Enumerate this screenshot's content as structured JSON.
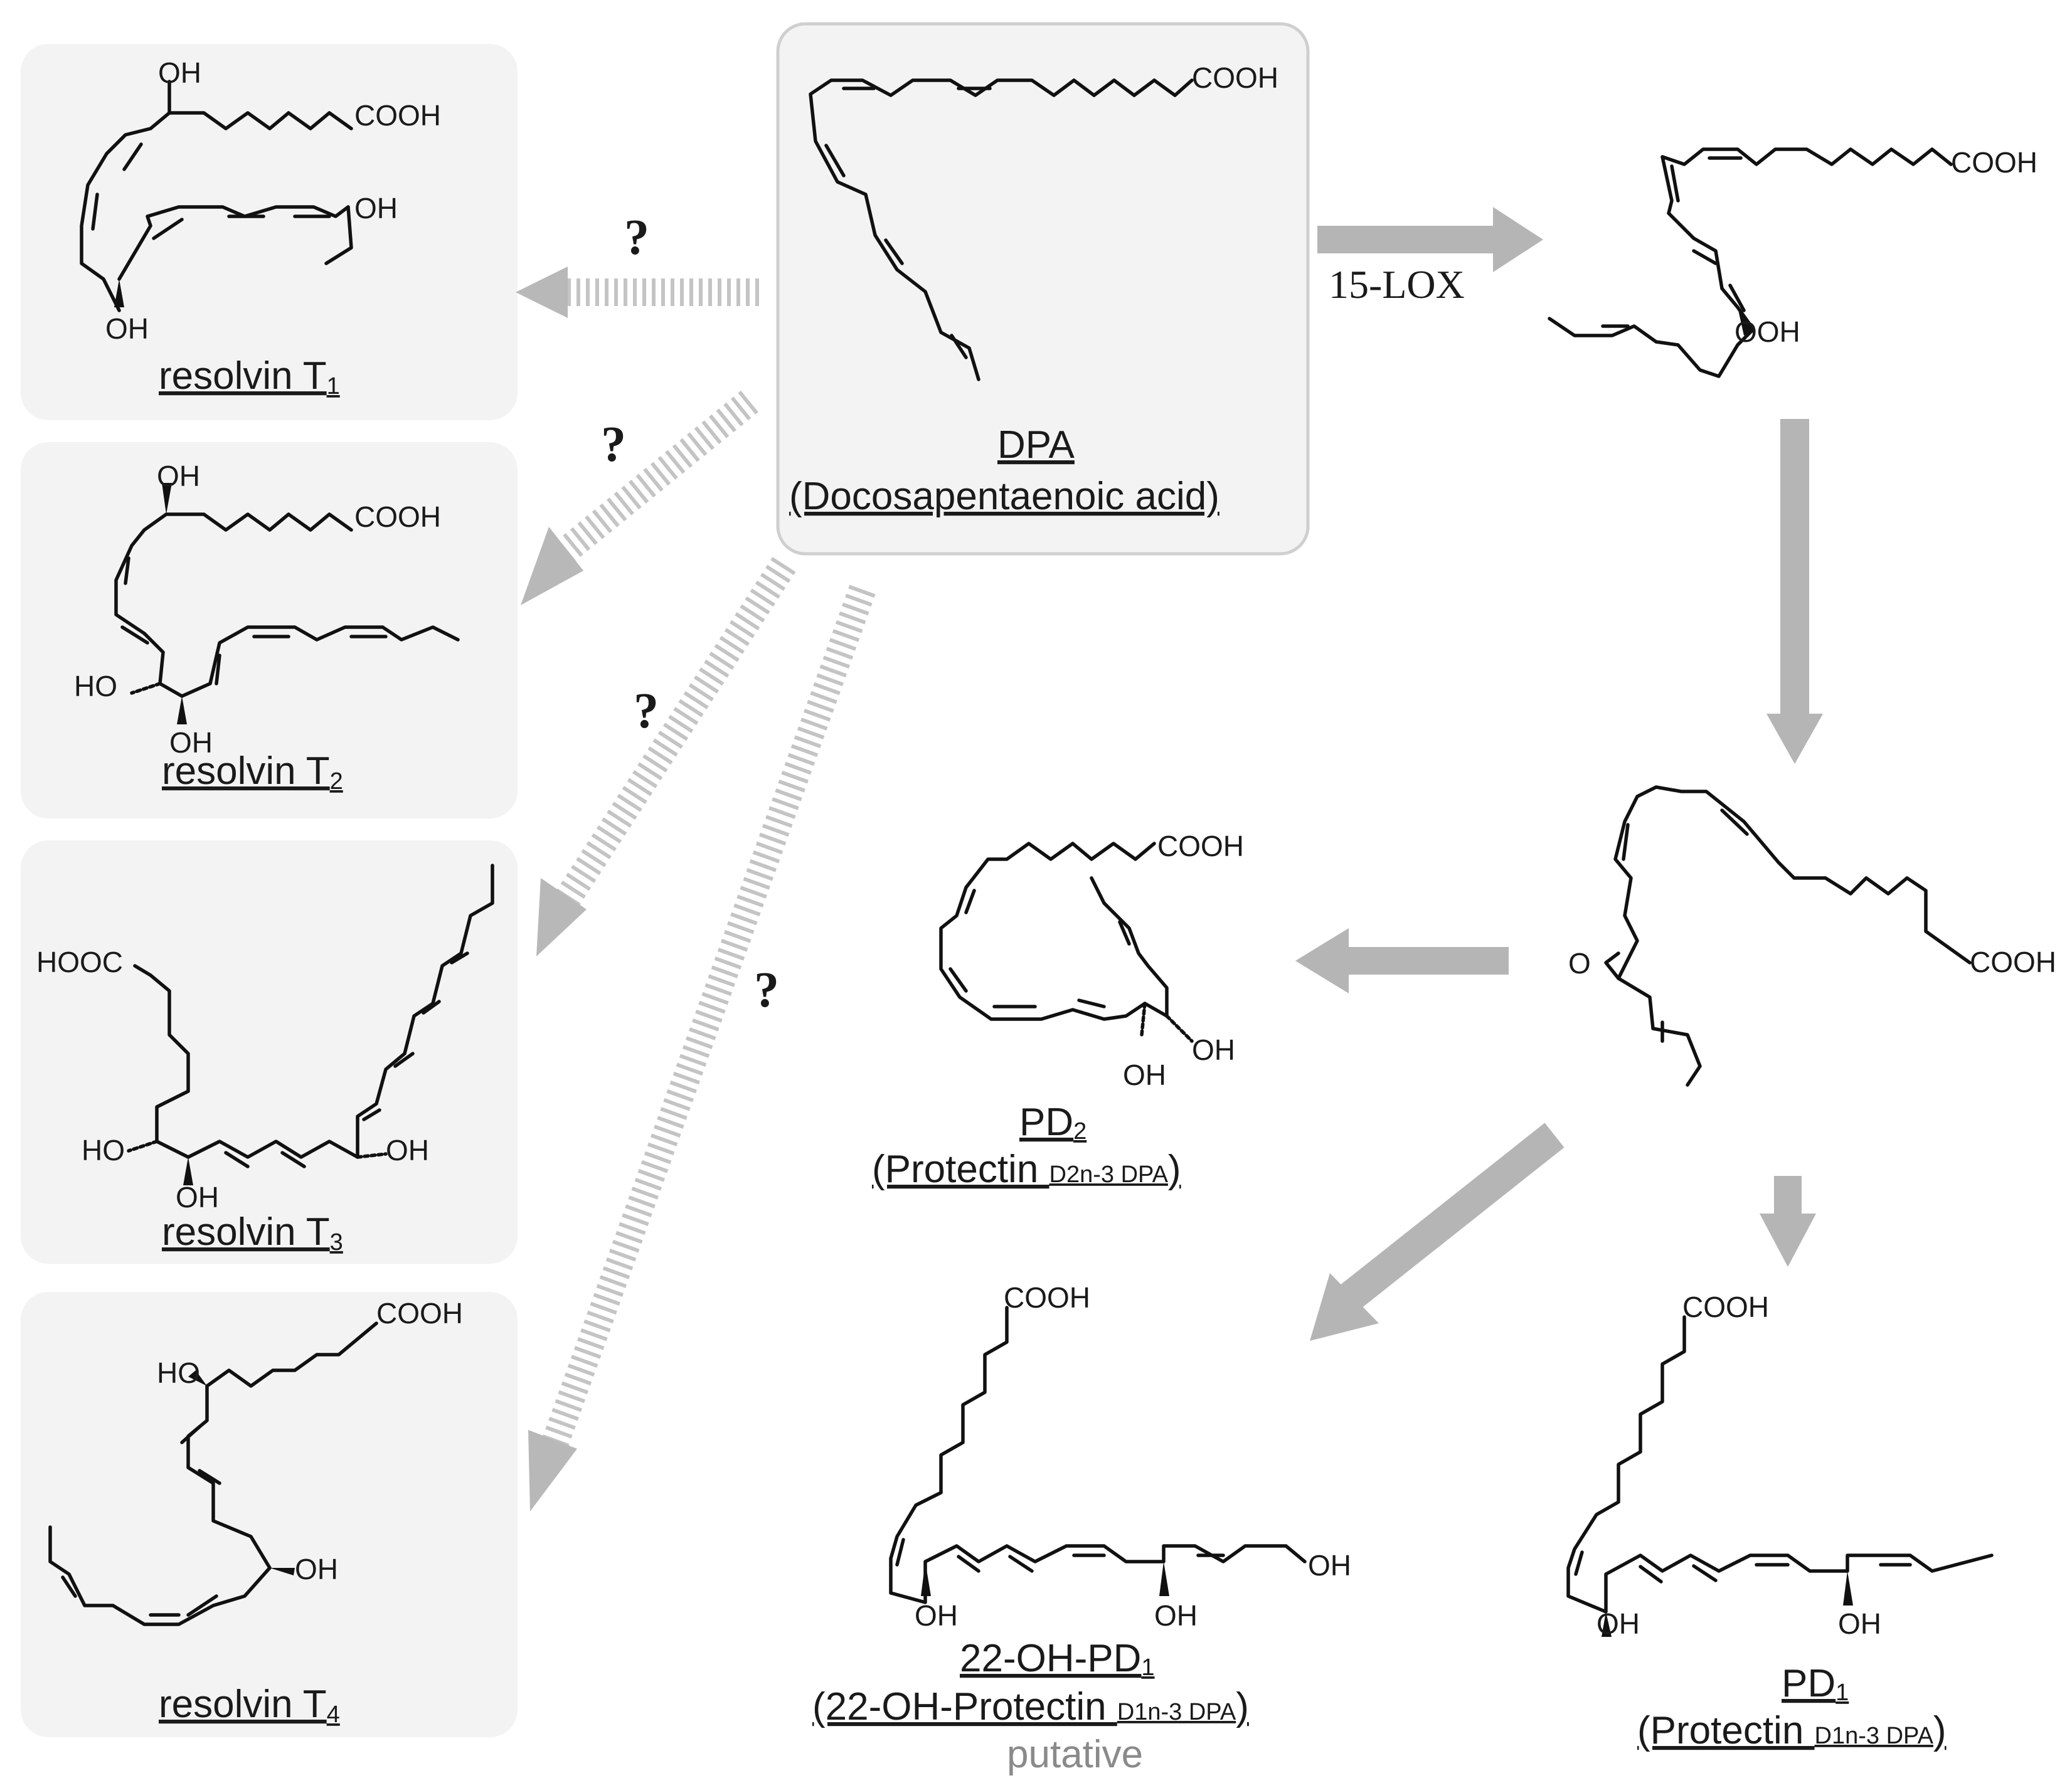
{
  "source": {
    "abbr": "DPA",
    "name": "(Docosapentaenoic acid)",
    "cooh": "COOH"
  },
  "resolvins": [
    {
      "label": "resolvin T",
      "sub": "1",
      "groups": [
        "OH",
        "COOH",
        "OH",
        "OH"
      ]
    },
    {
      "label": "resolvin T",
      "sub": "2",
      "groups": [
        "OH",
        "COOH",
        "HO",
        "OH"
      ]
    },
    {
      "label": "resolvin T",
      "sub": "3",
      "groups": [
        "HOOC",
        "HO",
        "OH",
        "OH"
      ]
    },
    {
      "label": "resolvin T",
      "sub": "4",
      "groups": [
        "COOH",
        "HO",
        "OH"
      ]
    }
  ],
  "unknown_mark": "?",
  "enzyme": "15-LOX",
  "intermediates": {
    "hydroperoxide": {
      "groups": [
        "COOH",
        "OOH"
      ]
    },
    "epoxide": {
      "groups": [
        "O",
        "COOH"
      ]
    }
  },
  "products": {
    "pd2": {
      "abbr": "PD",
      "abbr_sub": "2",
      "name_prefix": "(Protectin ",
      "name_sub": "D2n-3 DPA",
      "name_suffix": ")",
      "groups": [
        "COOH",
        "OH",
        "OH"
      ]
    },
    "oh_pd1": {
      "abbr": "22-OH-PD",
      "abbr_sub": "1",
      "name_prefix": "(22-OH-Protectin ",
      "name_sub": "D1n-3 DPA",
      "name_suffix": ")",
      "note": "putative",
      "groups": [
        "COOH",
        "OH",
        "OH",
        "OH"
      ]
    },
    "pd1": {
      "abbr": "PD",
      "abbr_sub": "1",
      "name_prefix": "(Protectin ",
      "name_sub": "D1n-3 DPA",
      "name_suffix": ")",
      "groups": [
        "COOH",
        "OH",
        "OH"
      ]
    }
  },
  "colors": {
    "box": "#f3f3f3",
    "arrow": "#b5b5b5",
    "text": "#1a1a1a",
    "note": "#8a8a8a"
  }
}
